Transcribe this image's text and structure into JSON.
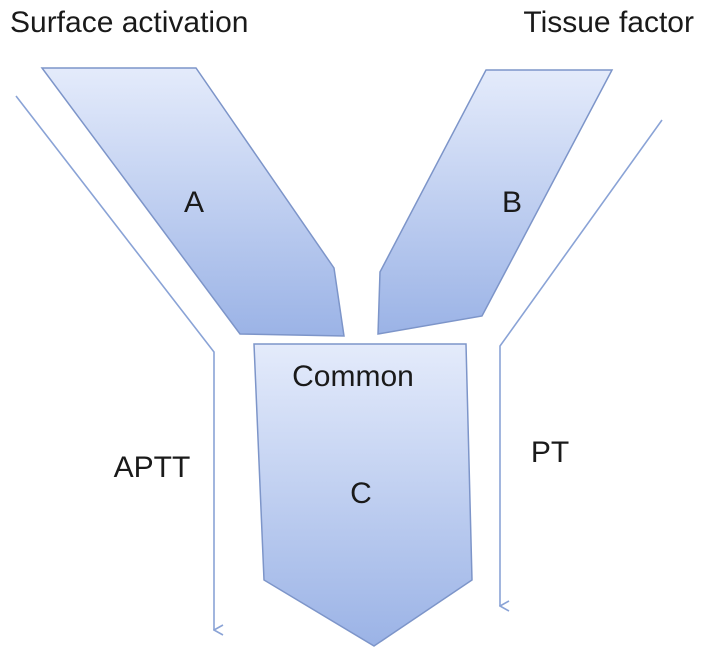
{
  "labels": {
    "surface_activation": "Surface activation",
    "tissue_factor": "Tissue factor",
    "a": "A",
    "b": "B",
    "common": "Common",
    "c": "C",
    "aptt": "APTT",
    "pt": "PT"
  },
  "colors": {
    "shape_light": "#e4ebfb",
    "shape_dark": "#9bb3e6",
    "shape_stroke": "#7d95c9",
    "arrow": "#8aa3d6",
    "text": "#1a1a1a"
  }
}
